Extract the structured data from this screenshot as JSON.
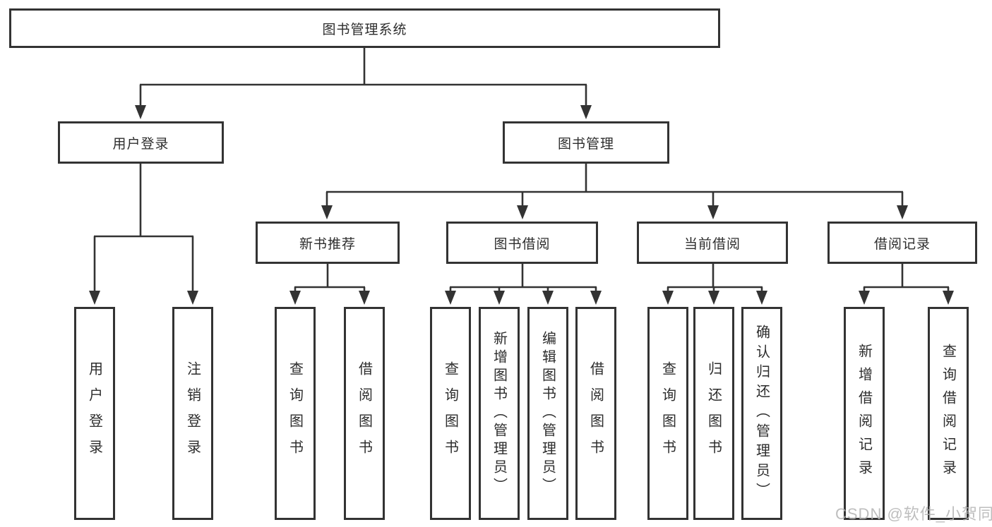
{
  "diagram": {
    "title_node": "图书管理系统",
    "branches": {
      "user_login": "用户登录",
      "book_mgmt": "图书管理"
    },
    "modules": {
      "new_book_rec": "新书推荐",
      "book_borrow": "图书借阅",
      "current_borrow": "当前借阅",
      "borrow_records": "借阅记录"
    },
    "leaves": {
      "user_login": [
        "用户登录",
        "注销登录"
      ],
      "new_book_rec": [
        "查询图书",
        "借阅图书"
      ],
      "book_borrow": [
        "查询图书",
        "新增图书（管理员）",
        "编辑图书（管理员）",
        "借阅图书"
      ],
      "current_borrow": [
        "查询图书",
        "归还图书",
        "确认归还（管理员）"
      ],
      "borrow_records": [
        "新增借阅记录",
        "查询借阅记录"
      ]
    }
  },
  "watermark": "CSDN @软件_小贺同学",
  "colors": {
    "line": "#333333",
    "text": "#2d2d2d",
    "watermark": "#b3b3b3",
    "background": "#ffffff"
  }
}
